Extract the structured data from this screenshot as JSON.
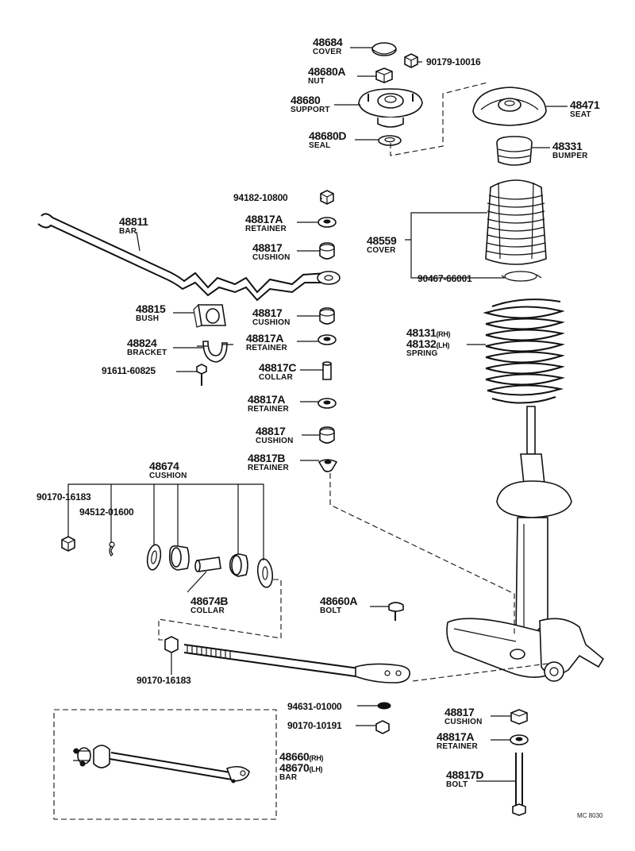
{
  "parts": {
    "p48684": {
      "number": "48684",
      "name": "COVER"
    },
    "p90179_10016": {
      "number": "90179-10016"
    },
    "p48680A": {
      "number": "48680A",
      "name": "NUT"
    },
    "p48680": {
      "number": "48680",
      "name": "SUPPORT"
    },
    "p48680D": {
      "number": "48680D",
      "name": "SEAL"
    },
    "p48471": {
      "number": "48471",
      "name": "SEAT"
    },
    "p48331": {
      "number": "48331",
      "name": "BUMPER"
    },
    "p94182_10800": {
      "number": "94182-10800"
    },
    "p48811": {
      "number": "48811",
      "name": "BAR"
    },
    "p48817A_1": {
      "number": "48817A",
      "name": "RETAINER"
    },
    "p48817_1": {
      "number": "48817",
      "name": "CUSHION"
    },
    "p48559": {
      "number": "48559",
      "name": "COVER"
    },
    "p90467_66001": {
      "number": "90467-66001"
    },
    "p48815": {
      "number": "48815",
      "name": "BUSH"
    },
    "p48817_2": {
      "number": "48817",
      "name": "CUSHION"
    },
    "p48824": {
      "number": "48824",
      "name": "BRACKET"
    },
    "p48817A_2": {
      "number": "48817A",
      "name": "RETAINER"
    },
    "p48131": {
      "number": "48131",
      "suffix": "(RH)"
    },
    "p48132": {
      "number": "48132",
      "suffix": "(LH)",
      "name": "SPRING"
    },
    "p91611_60825": {
      "number": "91611-60825"
    },
    "p48817C": {
      "number": "48817C",
      "name": "COLLAR"
    },
    "p48817A_3": {
      "number": "48817A",
      "name": "RETAINER"
    },
    "p48817_3": {
      "number": "48817",
      "name": "CUSHION"
    },
    "p48817B": {
      "number": "48817B",
      "name": "RETAINER"
    },
    "p48674": {
      "number": "48674",
      "name": "CUSHION"
    },
    "p90170_16183_1": {
      "number": "90170-16183"
    },
    "p94512_01600": {
      "number": "94512-01600"
    },
    "p48674B": {
      "number": "48674B",
      "name": "COLLAR"
    },
    "p48660A": {
      "number": "48660A",
      "name": "BOLT"
    },
    "p90170_16183_2": {
      "number": "90170-16183"
    },
    "p94631_01000": {
      "number": "94631-01000"
    },
    "p90170_10191": {
      "number": "90170-10191"
    },
    "p48817_4": {
      "number": "48817",
      "name": "CUSHION"
    },
    "p48817A_4": {
      "number": "48817A",
      "name": "RETAINER"
    },
    "p48660": {
      "number": "48660",
      "suffix": "(RH)"
    },
    "p48670": {
      "number": "48670",
      "suffix": "(LH)",
      "name": "BAR"
    },
    "p48817D": {
      "number": "48817D",
      "name": "BOLT"
    }
  },
  "diagram_code": "MC 8030"
}
